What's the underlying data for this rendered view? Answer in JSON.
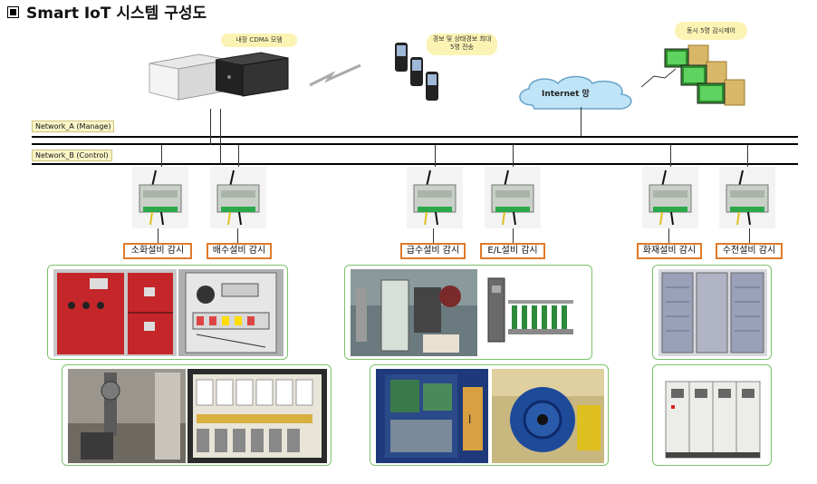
{
  "title": "Smart IoT 시스템 구성도",
  "bubbles": {
    "cdma": "내장 CDMA 모뎀",
    "phones": "경보 및 상태경보 최대 5명 전송",
    "pcs": "동시 5명 감시제어"
  },
  "internet": "Internet 망",
  "networks": {
    "a": "Network_A (Manage)",
    "b": "Network_B (Control)"
  },
  "systems": [
    {
      "label": "소화설비 감시"
    },
    {
      "label": "배수설비 감시"
    },
    {
      "label": "급수설비 감시"
    },
    {
      "label": "E/L설비 감시"
    },
    {
      "label": "화재설비 감시"
    },
    {
      "label": "수전설비 감시"
    }
  ],
  "colors": {
    "bubble": "#fbf3b3",
    "label_border": "#e07a2a",
    "group_border": "#7cc26a",
    "network_line": "#000000"
  },
  "icons": [
    "square-bullet-icon",
    "server-icon",
    "lightning-icon",
    "phone-icon",
    "cloud-icon",
    "pc-icon",
    "controller-icon"
  ]
}
